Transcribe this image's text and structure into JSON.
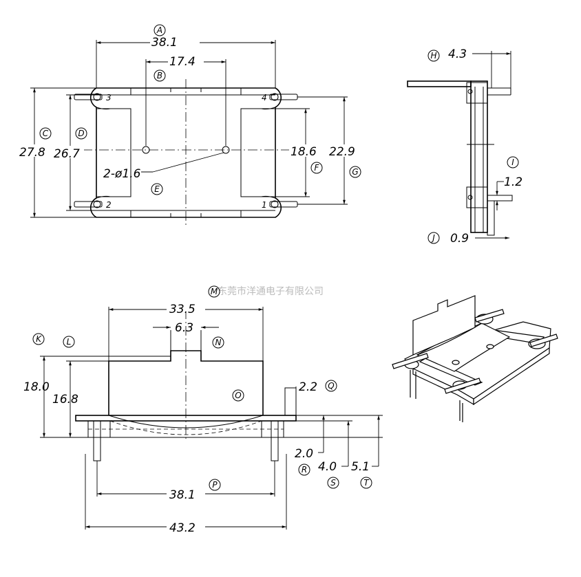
{
  "drawing": {
    "watermark": "东莞市洋通电子有限公司",
    "top_view": {
      "dims": {
        "A": "38.1",
        "B": "17.4",
        "C_outer": "27.8",
        "D": "26.7",
        "E": "2-ø1.6",
        "F": "18.6",
        "C_right": "22.9"
      },
      "pins": [
        "1",
        "2",
        "3",
        "4"
      ]
    },
    "side_view": {
      "dims": {
        "H": "4.3",
        "I": "1.2",
        "J": "0.9"
      }
    },
    "front_view": {
      "dims": {
        "M": "33.5",
        "N": "6.3",
        "K": "18.0",
        "L": "16.8",
        "Q": "2.2",
        "R": "2.0",
        "S": "4.0",
        "T": "5.1",
        "P": "38.1",
        "total": "43.2"
      }
    },
    "labels": [
      "A",
      "B",
      "C",
      "D",
      "E",
      "F",
      "G",
      "H",
      "I",
      "J",
      "K",
      "L",
      "M",
      "N",
      "O",
      "P",
      "Q",
      "R",
      "S",
      "T"
    ]
  }
}
